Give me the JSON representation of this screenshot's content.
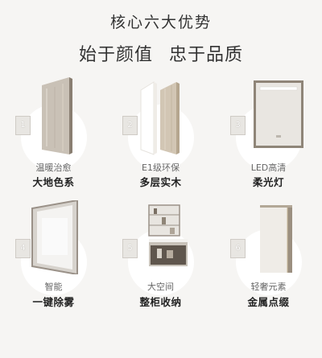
{
  "header": {
    "line1": "核心六大优势",
    "line2_left": "始于颜值",
    "line2_right": "忠于品质"
  },
  "features": [
    {
      "num": "1",
      "sub": "温暖治愈",
      "main": "大地色系"
    },
    {
      "num": "2",
      "sub": "E1级环保",
      "main": "多层实木"
    },
    {
      "num": "3",
      "sub": "LED高清",
      "main": "柔光灯"
    },
    {
      "num": "4",
      "sub": "智能",
      "main": "一键除雾"
    },
    {
      "num": "5",
      "sub": "大空间",
      "main": "整柜收纳"
    },
    {
      "num": "6",
      "sub": "轻奢元素",
      "main": "金属点缀"
    }
  ]
}
